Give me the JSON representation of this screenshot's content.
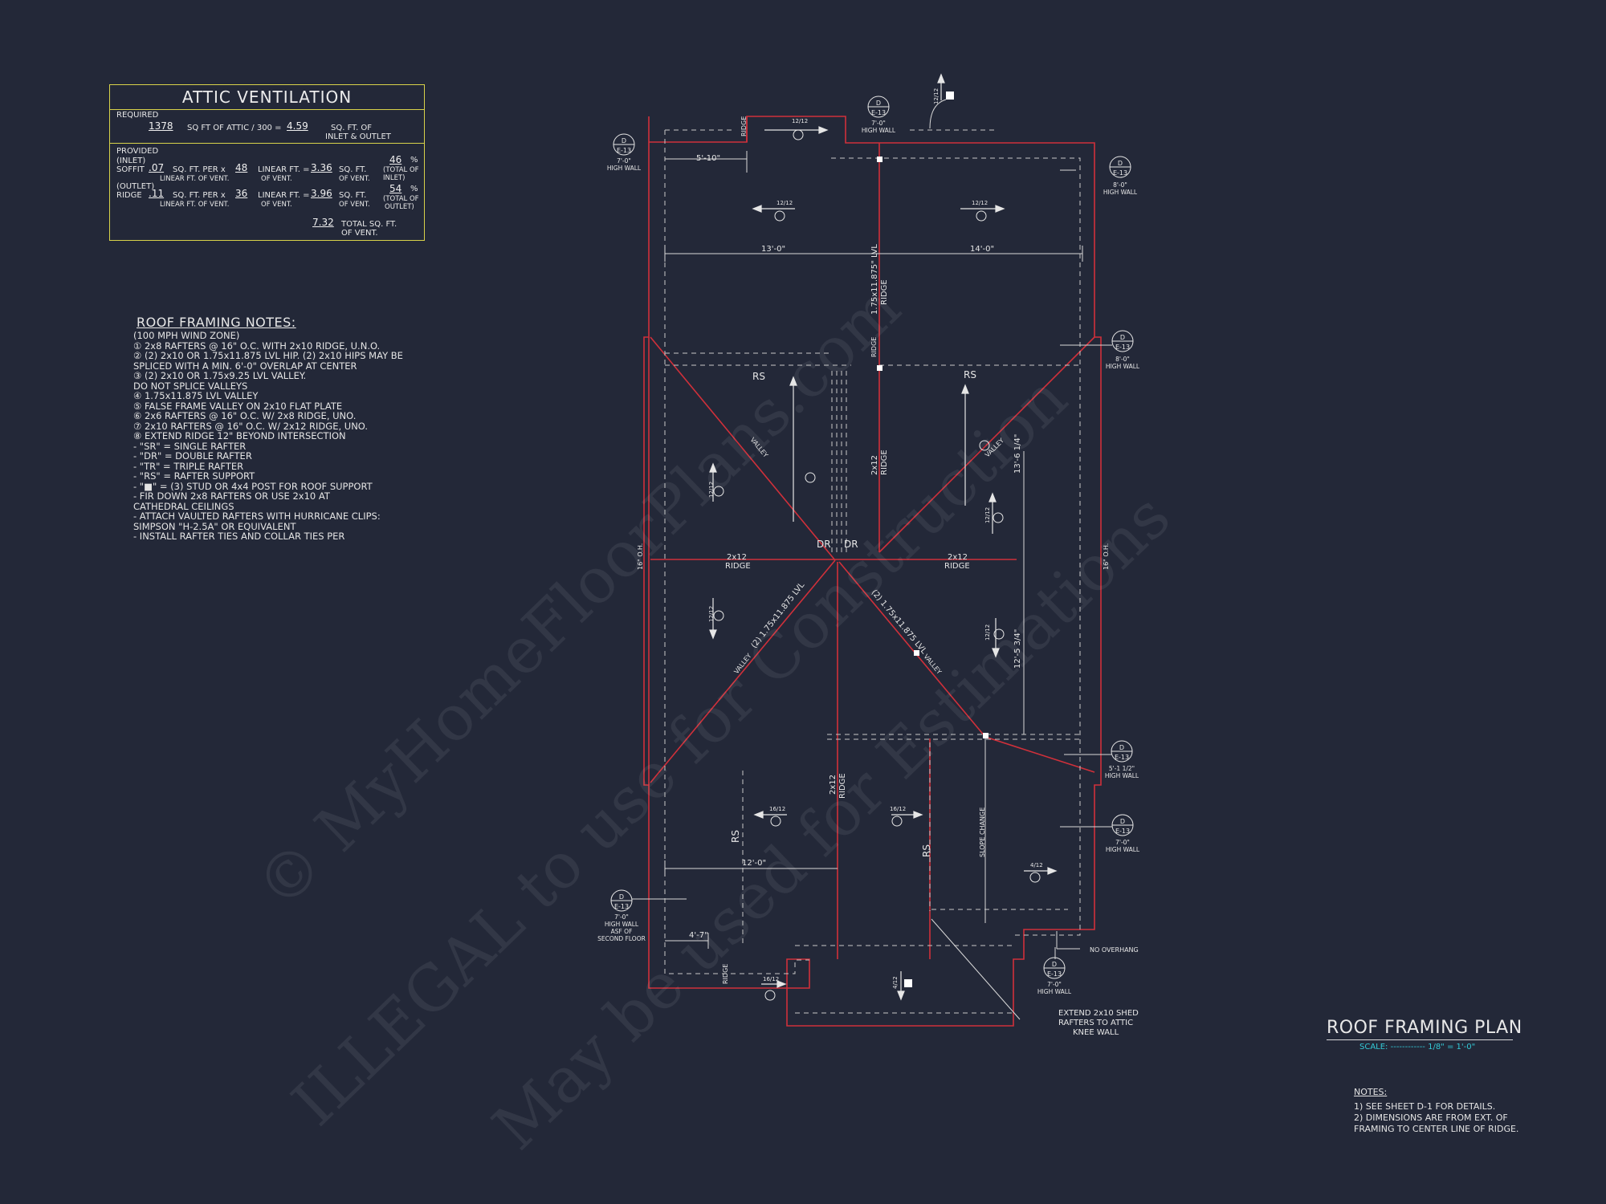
{
  "attic": {
    "title": "ATTIC VENTILATION",
    "required_label": "REQUIRED",
    "required_sqft": "1378",
    "required_text": "SQ FT OF ATTIC / 300 =",
    "required_result": "4.59",
    "required_unit": "SQ. FT. OF",
    "required_unit2": "INLET & OUTLET",
    "provided_label": "PROVIDED",
    "inlet_label": "(INLET)",
    "soffit_label": "SOFFIT",
    "soffit_val": ".07",
    "soffit_per": "SQ. FT. PER x",
    "soffit_per2": "LINEAR FT. OF VENT.",
    "soffit_len": "48",
    "soffit_lin": "LINEAR FT. =",
    "soffit_lin2": "OF VENT.",
    "soffit_total": "3.36",
    "soffit_sqft": "SQ. FT.",
    "soffit_sqft2": "OF VENT.",
    "soffit_pct": "46",
    "pct_sign": "%",
    "soffit_pct_note1": "(TOTAL OF",
    "soffit_pct_note2": "INLET)",
    "outlet_label": "(OUTLET)",
    "ridge_label": "RIDGE",
    "ridge_val": ".11",
    "ridge_len": "36",
    "ridge_total": "3.96",
    "ridge_pct": "54",
    "ridge_pct_note2": "OUTLET)",
    "grand_total": "7.32",
    "grand_total_label": "TOTAL  SQ. FT.",
    "grand_total_label2": "OF VENT."
  },
  "notes": {
    "title": "ROOF FRAMING NOTES:",
    "lines": [
      "(100 MPH WIND ZONE)",
      "① 2x8 RAFTERS @ 16\" O.C. WITH 2x10 RIDGE, U.N.O.",
      "② (2) 2x10 OR 1.75x11.875 LVL HIP. (2) 2x10 HIPS MAY BE",
      "     SPLICED WITH A MIN. 6'-0\" OVERLAP AT CENTER",
      "③ (2) 2x10 OR 1.75x9.25 LVL VALLEY.",
      "     DO NOT SPLICE VALLEYS",
      "④ 1.75x11.875 LVL VALLEY",
      "⑤ FALSE FRAME VALLEY ON 2x10 FLAT PLATE",
      "⑥ 2x6 RAFTERS @ 16\" O.C. W/ 2x8 RIDGE, UNO.",
      "⑦ 2x10 RAFTERS @ 16\" O.C. W/ 2x12 RIDGE, UNO.",
      "⑧ EXTEND RIDGE 12\" BEYOND INTERSECTION",
      " -  \"SR\" = SINGLE RAFTER",
      " -  \"DR\" = DOUBLE RAFTER",
      " -  \"TR\" = TRIPLE RAFTER",
      " -  \"RS\" = RAFTER SUPPORT",
      " -  \"■\" = (3) STUD OR 4x4 POST FOR ROOF SUPPORT",
      " -  FIR DOWN 2x8 RAFTERS OR USE 2x10 AT",
      "     CATHEDRAL CEILINGS",
      " -  ATTACH VAULTED RAFTERS WITH HURRICANE CLIPS:",
      "     SIMPSON \"H-2.5A\" OR EQUIVALENT",
      " -  INSTALL RAFTER TIES AND COLLAR TIES PER"
    ]
  },
  "plan": {
    "title": "ROOF FRAMING PLAN",
    "scale": "SCALE: ------------ 1/8\" = 1'-0\"",
    "notes_title": "NOTES:",
    "notes": [
      "1)  SEE SHEET D-1 FOR DETAILS.",
      "2)  DIMENSIONS ARE FROM EXT. OF",
      "     FRAMING TO CENTER LINE OF RIDGE."
    ]
  },
  "drawing": {
    "dims": {
      "d_5_10": "5'-10\"",
      "d_13": "13'-0\"",
      "d_14": "14'-0\"",
      "d_12": "12'-0\"",
      "d_4_7": "4'-7\"",
      "d_13_6": "13'-6 1/4\"",
      "d_12_5": "12'-5 3/4\"",
      "d_oh_left": "16\" O.H.",
      "d_oh_right": "16\" O.H."
    },
    "labels": {
      "rs": "RS",
      "dr": "DR",
      "valley": "VALLEY",
      "ridge": "RIDGE",
      "two_by_twelve": "2x12",
      "lvl_ridge": "1.75x11.875\" LVL",
      "lvl_hip": "(2) 1.75x11.875 LVL",
      "slope_change": "SLOPE CHANGE",
      "no_overhang": "NO OVERHANG",
      "shed_1": "EXTEND 2x10 SHED",
      "shed_2": "RAFTERS TO ATTIC",
      "shed_3": "KNEE WALL"
    },
    "pitches": {
      "p12_12": "12/12",
      "p16_12": "16/12",
      "p4_12": "4/12"
    },
    "markers": {
      "letter": "D",
      "sheet": "E-13",
      "sheet_alt": "E-13",
      "high_wall": "HIGH WALL",
      "h_7_0": "7'-0\"",
      "h_8_0": "8'-0\"",
      "h_5_1": "5'-1 1/2\"",
      "asf": "ASF OF",
      "second_floor": "SECOND FLOOR"
    }
  },
  "watermark": {
    "line1": "© MyHomeFloorPlans.com",
    "line2": "ILLEGAL to use for Construction",
    "line3": "May be used for Estimations"
  },
  "colors": {
    "background": "#232838",
    "framing": "#d0303a",
    "attic_border": "#d8d24a",
    "scale_text": "#33c9d6"
  }
}
